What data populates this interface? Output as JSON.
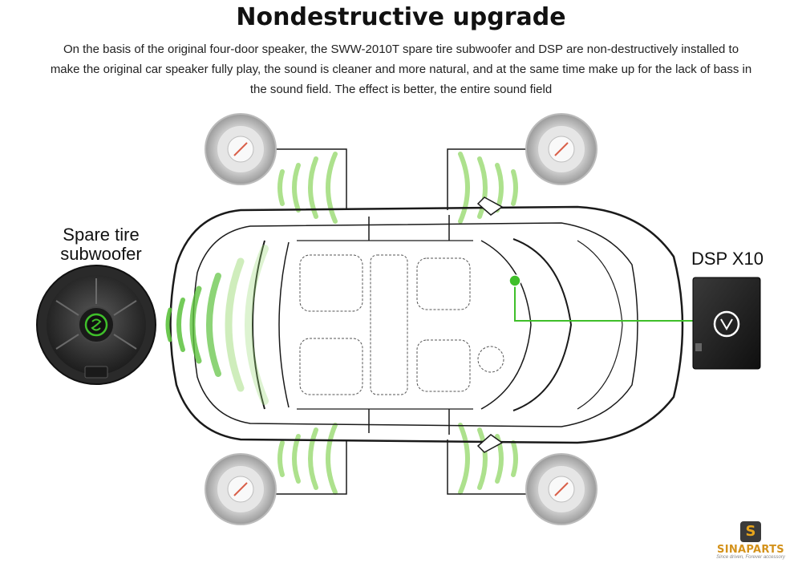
{
  "header": {
    "title": "Nondestructive upgrade",
    "description": "On the basis of the original four-door speaker, the SWW-2010T spare tire subwoofer and DSP are non-destructively installed to make the original car speaker fully play, the sound is cleaner and more natural, and at the same time make up for the lack of bass in the sound field. The effect is better, the entire sound field"
  },
  "labels": {
    "subwoofer": "Spare tire subwoofer",
    "dsp": "DSP X10"
  },
  "brand": {
    "mark": "S",
    "name": "SINAPARTS",
    "tagline": "Since driven, Forever accessory"
  },
  "colors": {
    "accent_green": "#3fbf2a",
    "sound_wave_green": "#9fdc7a",
    "car_outline": "#1a1a1a",
    "brand_orange": "#e8a51c"
  },
  "icons": [
    "door-speaker-icon",
    "subwoofer-icon",
    "dsp-amplifier-icon",
    "sound-wave-icon",
    "car-topview-icon",
    "brand-logo-icon"
  ]
}
